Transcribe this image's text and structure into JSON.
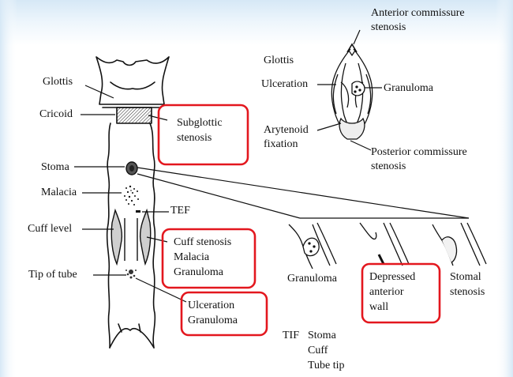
{
  "colors": {
    "background_top": "#d9eaf7",
    "background": "#ffffff",
    "highlight_box": "#e3171e",
    "ink": "#111111"
  },
  "tube_labels": {
    "glottis": "Glottis",
    "cricoid": "Cricoid",
    "stoma": "Stoma",
    "malacia": "Malacia",
    "cuff_level": "Cuff level",
    "tip_of_tube": "Tip of tube",
    "tef": "TEF"
  },
  "boxed_labels": {
    "subglottic": [
      "Subglottic",
      "stenosis"
    ],
    "cuff": [
      "Cuff stenosis",
      "Malacia",
      "Granuloma"
    ],
    "tip": [
      "Ulceration",
      "Granuloma"
    ],
    "depressed": [
      "Depressed",
      "anterior",
      "wall"
    ]
  },
  "glottis_view": {
    "anterior": [
      "Anterior commissure",
      "stenosis"
    ],
    "glottis": "Glottis",
    "ulceration": "Ulceration",
    "granuloma": "Granuloma",
    "arytenoid": [
      "Arytenoid",
      "fixation"
    ],
    "posterior": [
      "Posterior commissure",
      "stenosis"
    ]
  },
  "stoma_views": {
    "granuloma": "Granuloma",
    "stomal": [
      "Stomal",
      "stenosis"
    ]
  },
  "tif": {
    "label": "TIF",
    "items": [
      "Stoma",
      "Cuff",
      "Tube tip"
    ]
  }
}
